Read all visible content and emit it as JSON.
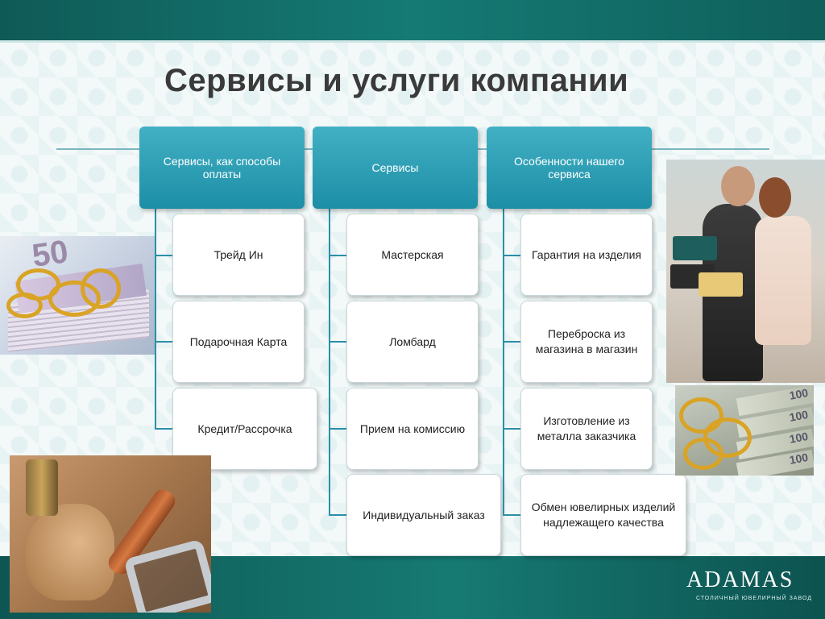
{
  "title": "Сервисы и услуги компании",
  "columns": [
    {
      "header": "Сервисы, как способы оплаты",
      "items": [
        "Трейд Ин",
        "Подарочная Карта",
        "Кредит/Рассрочка"
      ]
    },
    {
      "header": "Сервисы",
      "items": [
        "Мастерская",
        "Ломбард",
        "Прием на комиссию",
        "Индивидуальный заказ"
      ]
    },
    {
      "header": "Особенности нашего сервиса",
      "items": [
        "Гарантия на изделия",
        "Переброска из магазина в магазин",
        "Изготовление из металла заказчика",
        "Обмен ювелирных изделий надлежащего качества"
      ]
    }
  ],
  "images": {
    "money_gold": "50",
    "money_bills": [
      "100",
      "100",
      "100",
      "100"
    ]
  },
  "brand": {
    "name": "ADAMAS",
    "tagline": "СТОЛИЧНЫЙ ЮВЕЛИРНЫЙ ЗАВОД"
  },
  "colors": {
    "header_fill": "#1c8ea6",
    "bar_teal": "#157a74"
  }
}
